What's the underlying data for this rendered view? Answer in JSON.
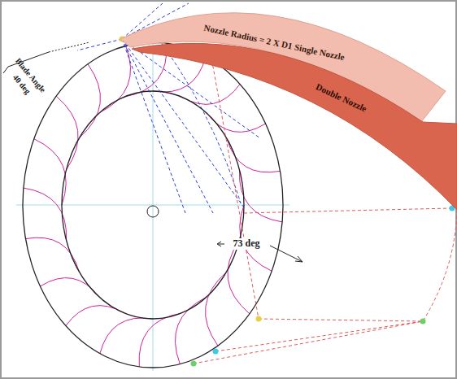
{
  "diagram": {
    "nodes": [
      {
        "text": [
          "Nozzle Radius = 2 X D1 Single Nozzle"
        ]
      },
      {
        "text": [
          "Double Nozzle"
        ]
      }
    ],
    "labels": [
      "Blade Angle",
      "40 deg",
      "73 deg"
    ]
  }
}
